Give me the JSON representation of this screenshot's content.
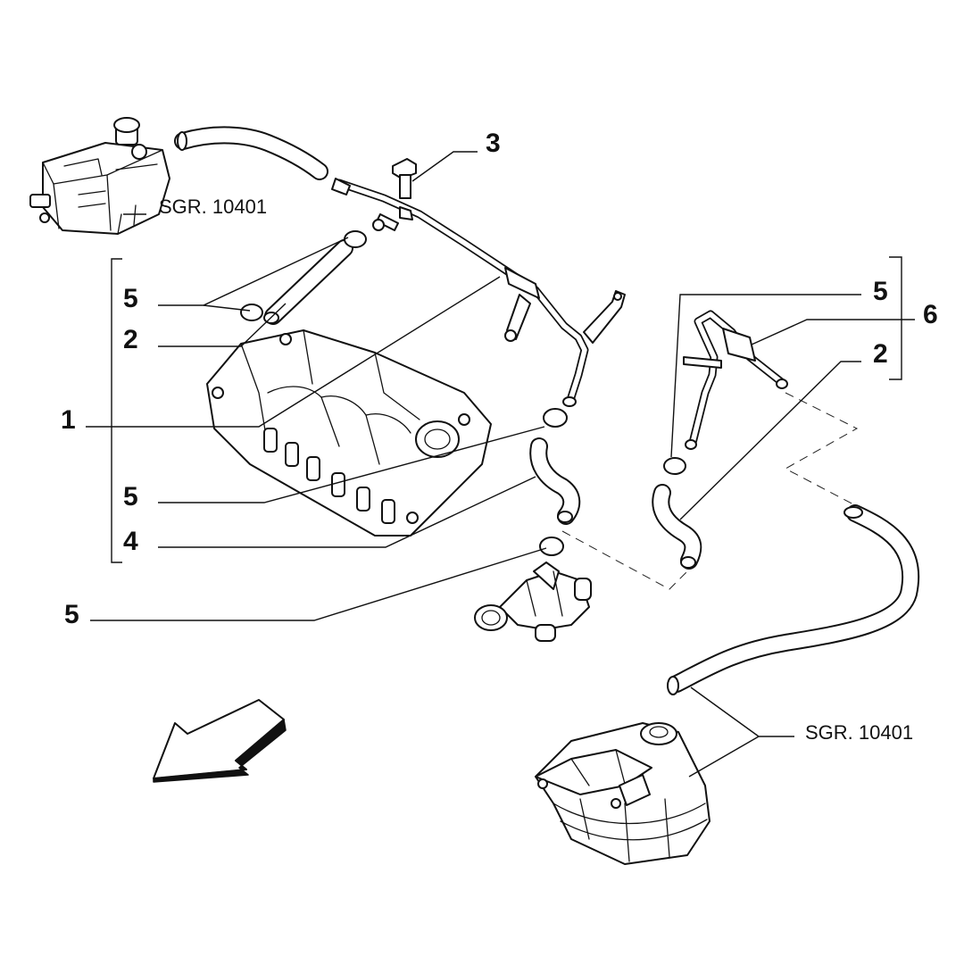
{
  "callouts": {
    "c3": "3",
    "c5a": "5",
    "c2a": "2",
    "c1": "1",
    "c5b": "5",
    "c4": "4",
    "c5c": "5",
    "c5d": "5",
    "c6": "6",
    "c2b": "2"
  },
  "references": {
    "top_left": "SGR. 10401",
    "bottom_right": "SGR. 10401"
  },
  "icons": {
    "direction": "direction-arrow-icon"
  }
}
